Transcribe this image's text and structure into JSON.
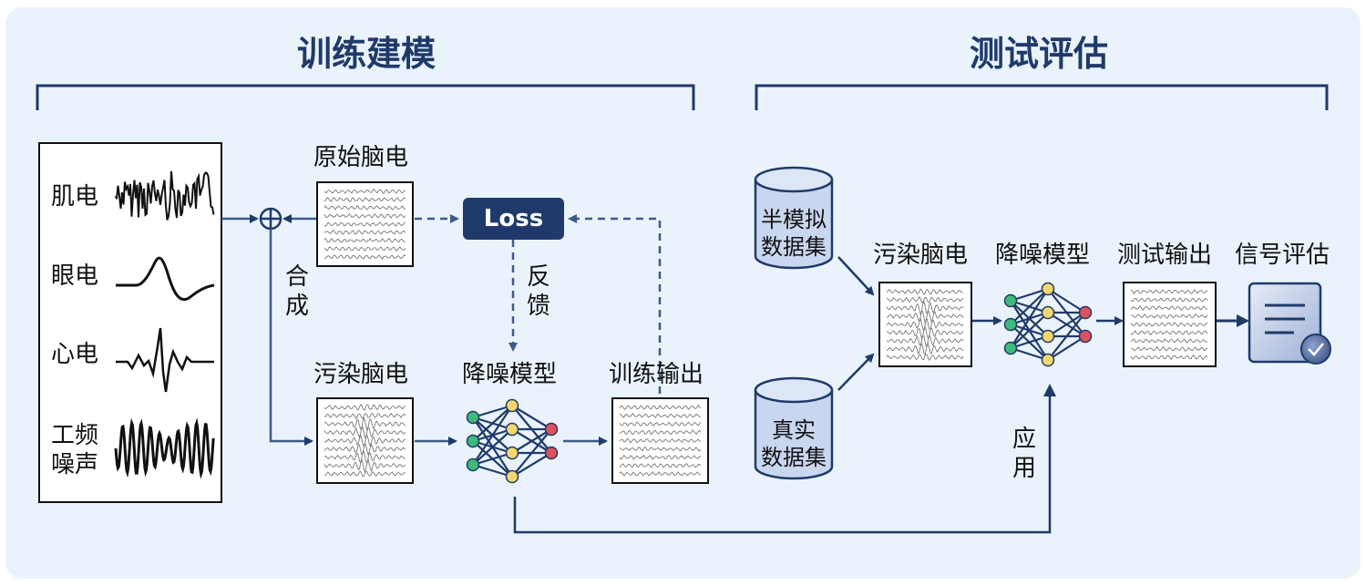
{
  "sections": {
    "training": "训练建模",
    "testing": "测试评估"
  },
  "noise_sources": {
    "emg": "肌电",
    "eog": "眼电",
    "ecg": "心电",
    "line_noise_1": "工频",
    "line_noise_2": "噪声"
  },
  "training": {
    "raw_eeg": "原始脑电",
    "contaminated_eeg": "污染脑电",
    "denoise_model": "降噪模型",
    "training_output": "训练输出",
    "loss": "Loss",
    "combine_1": "合",
    "combine_2": "成",
    "feedback_1": "反",
    "feedback_2": "馈"
  },
  "testing": {
    "semi_sim_1": "半模拟",
    "semi_sim_2": "数据集",
    "real_1": "真实",
    "real_2": "数据集",
    "contaminated_eeg": "污染脑电",
    "denoise_model": "降噪模型",
    "test_output": "测试输出",
    "signal_eval": "信号评估",
    "apply_1": "应",
    "apply_2": "用"
  },
  "colors": {
    "panel": "#eaf3fb",
    "navy": "#1f3a6a",
    "node_yellow": "#f5d76e",
    "node_green": "#3dbb7a",
    "node_red": "#e0525a",
    "cylinder": "#c9d6ef"
  }
}
